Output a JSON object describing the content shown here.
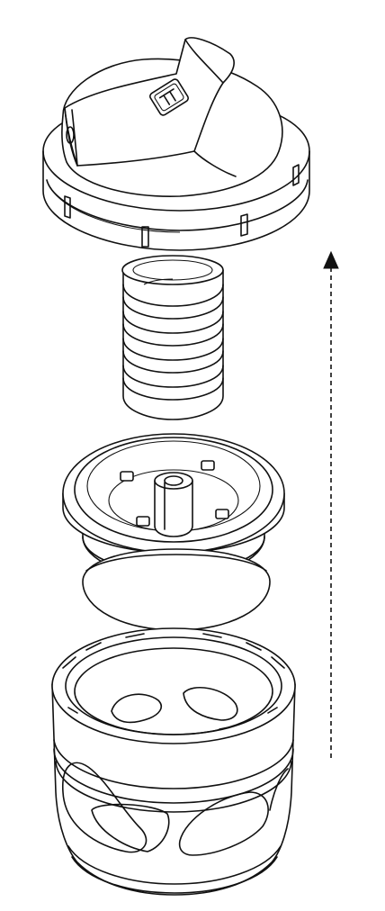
{
  "diagram": {
    "type": "exploded-assembly",
    "components": [
      "cap",
      "spring",
      "valve",
      "gasket",
      "base"
    ],
    "arrow": {
      "direction": "up",
      "style": "dashed"
    },
    "logo": "T"
  },
  "colors": {
    "line": "#111111",
    "background": "#ffffff"
  }
}
